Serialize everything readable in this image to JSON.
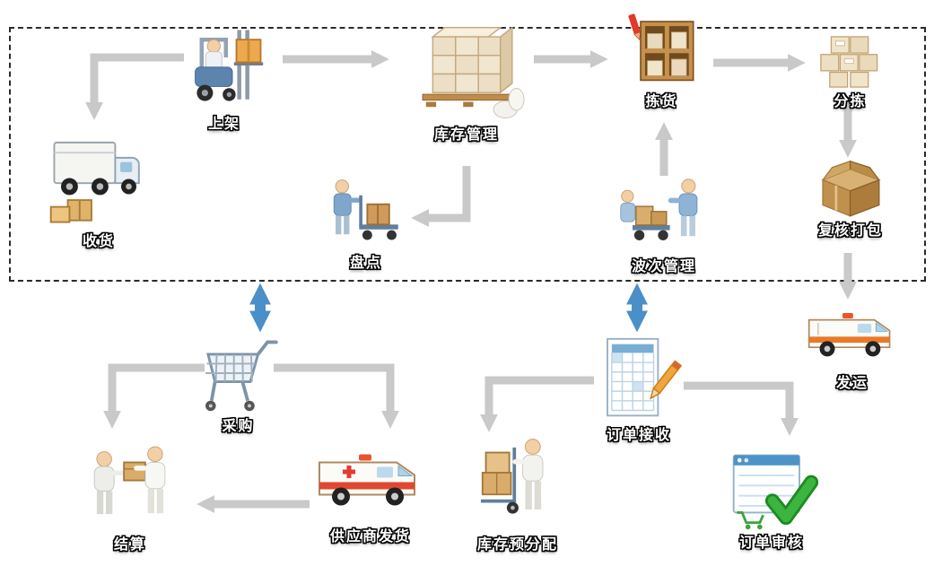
{
  "diagram": {
    "type": "flowchart",
    "background": "#ffffff"
  },
  "colors": {
    "arrow_gray": "#c9c9c9",
    "arrow_blue": "#4a8fc7",
    "zone_border": "#2a2a2a",
    "label_text": "#ffffff",
    "label_outline": "#000000"
  },
  "nodes": {
    "shelving": {
      "label": "上架",
      "icon": "forklift-icon"
    },
    "inventory": {
      "label": "库存管理",
      "icon": "pallet-stack-icon"
    },
    "picking": {
      "label": "拣货",
      "icon": "picking-shelf-icon"
    },
    "sorting": {
      "label": "分拣",
      "icon": "sorted-boxes-icon"
    },
    "receiving": {
      "label": "收货",
      "icon": "receiving-truck-icon"
    },
    "stocktake": {
      "label": "盘点",
      "icon": "stocktake-cart-icon"
    },
    "wave": {
      "label": "波次管理",
      "icon": "wave-team-icon"
    },
    "packing": {
      "label": "复核打包",
      "icon": "carton-box-icon"
    },
    "purchase": {
      "label": "采购",
      "icon": "shopping-cart-icon"
    },
    "order_receive": {
      "label": "订单接收",
      "icon": "order-form-icon"
    },
    "dispatch": {
      "label": "发运",
      "icon": "dispatch-van-icon"
    },
    "settlement": {
      "label": "结算",
      "icon": "handover-people-icon"
    },
    "supplier_ship": {
      "label": "供应商发货",
      "icon": "supplier-van-icon"
    },
    "preallocate": {
      "label": "库存预分配",
      "icon": "preallocate-trolley-icon"
    },
    "order_review": {
      "label": "订单审核",
      "icon": "order-approved-icon"
    }
  },
  "edges": [
    {
      "from": "shelving",
      "to": "receiving",
      "style": "gray"
    },
    {
      "from": "shelving",
      "to": "inventory",
      "style": "gray"
    },
    {
      "from": "inventory",
      "to": "picking",
      "style": "gray"
    },
    {
      "from": "picking",
      "to": "sorting",
      "style": "gray"
    },
    {
      "from": "sorting",
      "to": "packing",
      "style": "gray"
    },
    {
      "from": "packing",
      "to": "dispatch",
      "style": "gray"
    },
    {
      "from": "inventory",
      "to": "stocktake",
      "style": "gray"
    },
    {
      "from": "wave",
      "to": "picking",
      "style": "gray"
    },
    {
      "from": "purchase",
      "to": "settlement",
      "style": "gray"
    },
    {
      "from": "purchase",
      "to": "supplier_ship",
      "style": "gray"
    },
    {
      "from": "supplier_ship",
      "to": "settlement",
      "style": "gray"
    },
    {
      "from": "order_receive",
      "to": "preallocate",
      "style": "gray"
    },
    {
      "from": "order_receive",
      "to": "order_review",
      "style": "gray"
    },
    {
      "from": "wave",
      "to": "order_receive",
      "style": "blue-double",
      "bidirectional": true
    },
    {
      "from": "purchase",
      "to": "warehouse_zone",
      "style": "blue-double",
      "bidirectional": true
    }
  ],
  "zones": {
    "warehouse": {
      "border": "dashed"
    }
  }
}
